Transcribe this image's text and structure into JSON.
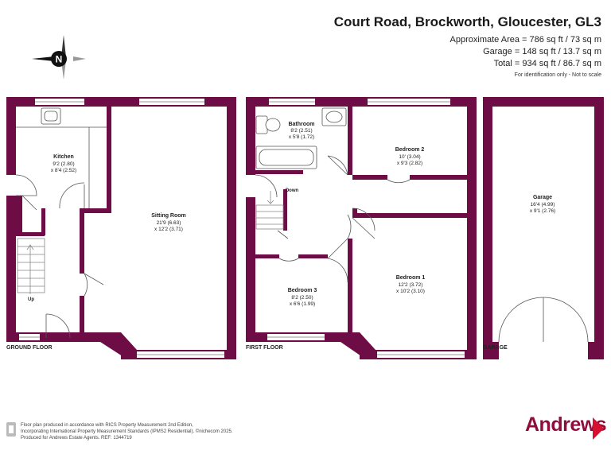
{
  "header": {
    "title": "Court Road, Brockworth, Gloucester, GL3",
    "approx_area": "Approximate Area = 786 sq ft / 73 sq m",
    "garage_area": "Garage = 148 sq ft / 13.7 sq m",
    "total_area": "Total = 934 sq ft / 86.7 sq m",
    "identification": "For identification only - Not to scale"
  },
  "compass": {
    "letter": "N",
    "icon": "compass-rose-icon"
  },
  "floors": {
    "ground": "GROUND FLOOR",
    "first": "FIRST FLOOR",
    "garage": "GARAGE"
  },
  "rooms": {
    "kitchen": {
      "name": "Kitchen",
      "imperial": "9'2 (2.80)",
      "metric": "x 8'4 (2.52)"
    },
    "sitting": {
      "name": "Sitting Room",
      "imperial": "21'9 (6.63)",
      "metric": "x 12'2 (3.71)"
    },
    "bathroom": {
      "name": "Bathroom",
      "imperial": "8'2 (2.51)",
      "metric": "x 5'8 (1.72)"
    },
    "bedroom2": {
      "name": "Bedroom 2",
      "imperial": "10' (3.04)",
      "metric": "x 9'3 (2.82)"
    },
    "bedroom1": {
      "name": "Bedroom 1",
      "imperial": "12'2 (3.72)",
      "metric": "x 10'2 (3.10)"
    },
    "bedroom3": {
      "name": "Bedroom 3",
      "imperial": "8'2 (2.50)",
      "metric": "x 6'6 (1.99)"
    },
    "garage": {
      "name": "Garage",
      "imperial": "16'4 (4.99)",
      "metric": "x 9'1 (2.76)"
    }
  },
  "stairs": {
    "up": "Up",
    "down": "Down"
  },
  "colors": {
    "wall": "#6d0c45",
    "window": "#ffffff",
    "brand": "#8f0d3b",
    "brand_arrow": "#d8102f"
  },
  "footer": {
    "line1": "Floor plan produced in accordance with RICS Property Measurement 2nd Edition,",
    "line2": "Incorporating International Property Measurement Standards (IPMS2 Residential).  ©nichecom 2025.",
    "line3": "Produced for Andrews Estate Agents.    REF: 1344719",
    "brand": "Andrews"
  }
}
